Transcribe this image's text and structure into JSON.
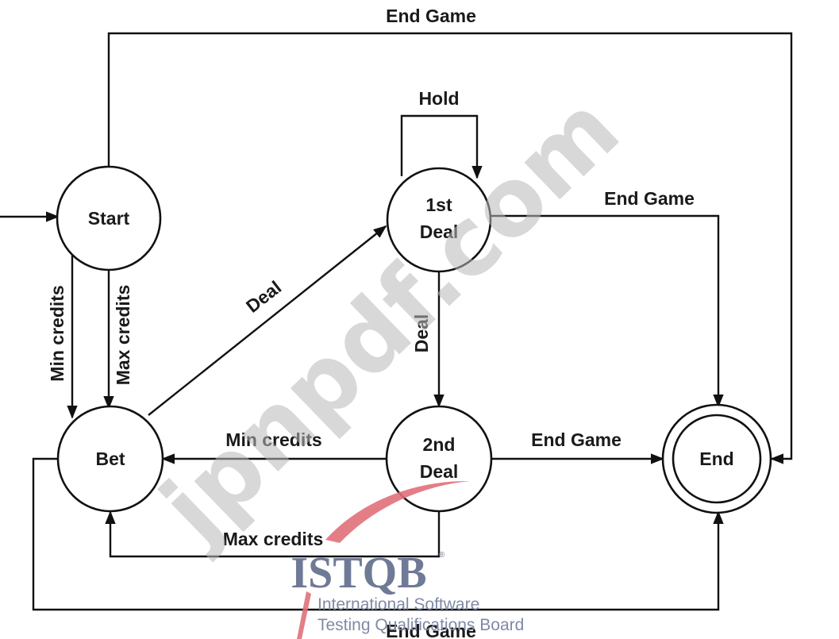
{
  "diagram": {
    "states": {
      "start": "Start",
      "first_deal_line1": "1st",
      "first_deal_line2": "Deal",
      "bet": "Bet",
      "second_deal_line1": "2nd",
      "second_deal_line2": "Deal",
      "end": "End"
    },
    "transitions": {
      "start_end_top": "End Game",
      "hold": "Hold",
      "first_deal_end": "End Game",
      "min_credits_start_bet": "Min credits",
      "max_credits_start_bet": "Max credits",
      "deal_bet_first": "Deal",
      "deal_first_second": "Deal",
      "min_credits_second_bet": "Min credits",
      "second_deal_end": "End Game",
      "max_credits_second_bet": "Max credits",
      "bet_end_bottom": "End Game"
    }
  },
  "watermark": {
    "text": "jpnpdf.com"
  },
  "logo": {
    "name": "ISTQB",
    "line1": "International Software",
    "line2": "Testing Qualifications Board",
    "registered": "®",
    "accent_color": "#e0707a"
  },
  "colors": {
    "line": "#111111",
    "background": "#ffffff"
  }
}
